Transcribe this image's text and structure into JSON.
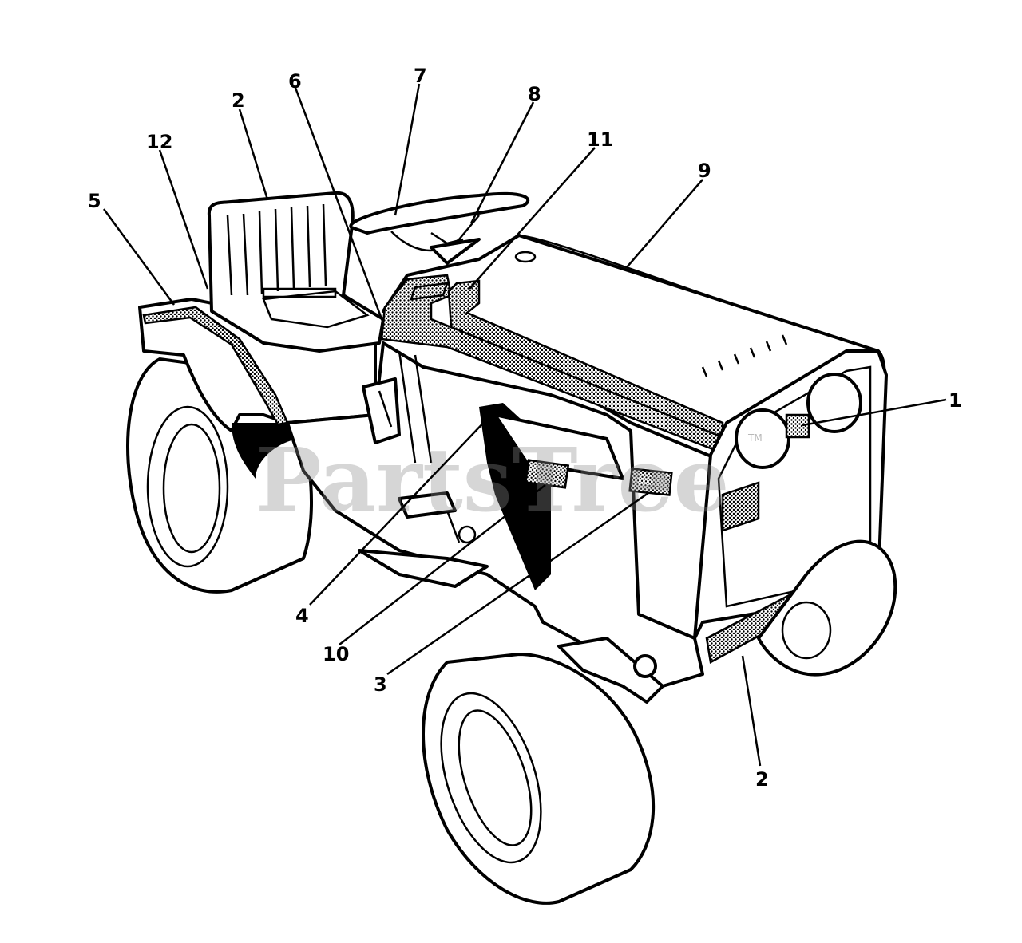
{
  "diagram": {
    "watermark": "PartsTree",
    "watermark_mark": "TM",
    "callouts": [
      {
        "id": "c5",
        "label": "5"
      },
      {
        "id": "c12",
        "label": "12"
      },
      {
        "id": "c2a",
        "label": "2"
      },
      {
        "id": "c6",
        "label": "6"
      },
      {
        "id": "c7",
        "label": "7"
      },
      {
        "id": "c8",
        "label": "8"
      },
      {
        "id": "c11",
        "label": "11"
      },
      {
        "id": "c9",
        "label": "9"
      },
      {
        "id": "c1",
        "label": "1"
      },
      {
        "id": "c4",
        "label": "4"
      },
      {
        "id": "c10",
        "label": "10"
      },
      {
        "id": "c3",
        "label": "3"
      },
      {
        "id": "c2b",
        "label": "2"
      }
    ]
  }
}
